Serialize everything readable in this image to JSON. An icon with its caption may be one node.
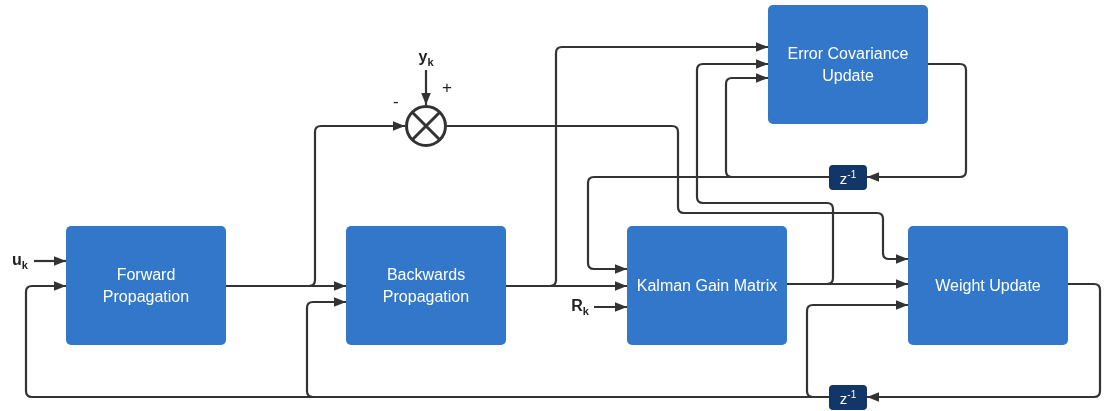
{
  "diagram": {
    "nodes": [
      {
        "text": [
          "y$_{k}$"
        ]
      },
      {
        "text": [],
        "shape": "circle"
      },
      {
        "text": [
          "Error Covariance Update"
        ]
      },
      {
        "text": [
          "z$^{-1}$"
        ]
      },
      {
        "text": [
          "u$_{k}$"
        ]
      },
      {
        "text": [
          "Forward Propagation"
        ]
      },
      {
        "text": [
          "Backwards Propagation"
        ]
      },
      {
        "text": [
          "Kalman Gain Matrix"
        ]
      },
      {
        "text": [
          "R$_{k}$"
        ]
      },
      {
        "text": [
          "Weight Update"
        ]
      },
      {
        "text": [
          "z$^{-1}$"
        ]
      }
    ],
    "edges": [
      {
        "from": 4,
        "to": 5,
        "arrow": "to"
      },
      {
        "from": 0,
        "to": 1,
        "arrow": "to"
      },
      {
        "from": 5,
        "to": 1,
        "arrow": "to"
      },
      {
        "from": 5,
        "to": 6,
        "arrow": "to"
      },
      {
        "from": 6,
        "to": 2,
        "arrow": "to"
      },
      {
        "from": 6,
        "to": 7,
        "arrow": "to"
      },
      {
        "from": 8,
        "to": 7,
        "arrow": "to"
      },
      {
        "from": 1,
        "to": 9,
        "arrow": "to"
      },
      {
        "from": 7,
        "to": 9,
        "arrow": "to"
      },
      {
        "from": 7,
        "to": 2,
        "arrow": "to"
      },
      {
        "from": 2,
        "to": 3,
        "arrow": "to"
      },
      {
        "from": 3,
        "to": 2,
        "arrow": "to"
      },
      {
        "from": 3,
        "to": 7,
        "arrow": "to"
      },
      {
        "from": 9,
        "to": 10,
        "arrow": "to"
      },
      {
        "from": 10,
        "to": 9,
        "arrow": "to"
      },
      {
        "from": 10,
        "to": 6,
        "arrow": "to"
      },
      {
        "from": 10,
        "to": 5,
        "arrow": "to"
      }
    ],
    "labels": [
      "-",
      "+"
    ]
  }
}
